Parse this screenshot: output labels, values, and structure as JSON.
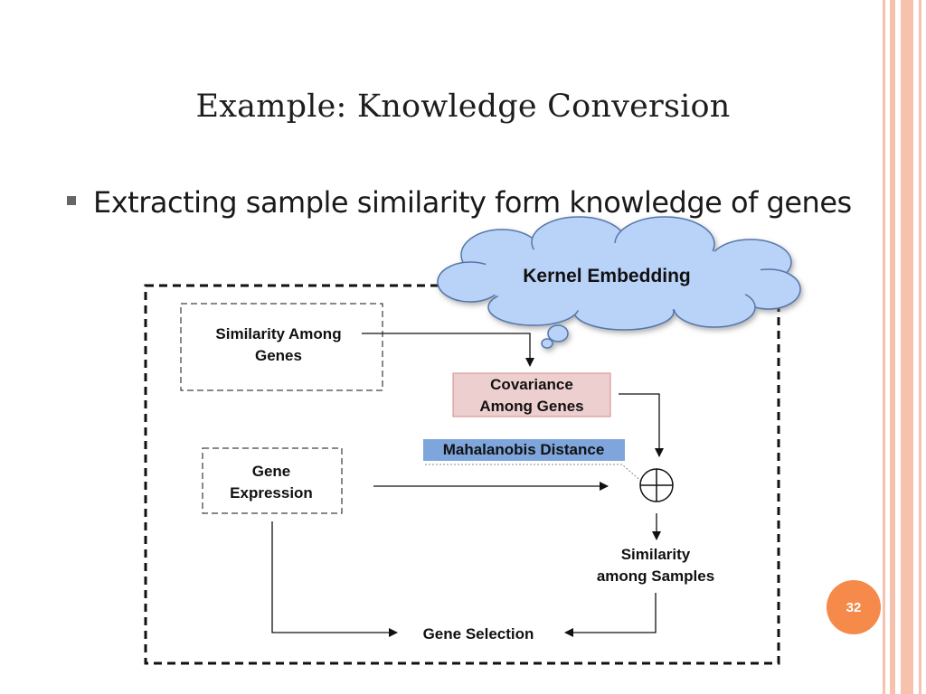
{
  "slide": {
    "title": "Example: Knowledge Conversion",
    "bullet": "Extracting sample similarity form knowledge of genes",
    "page_number": "32"
  },
  "diagram": {
    "cloud_label": "Kernel Embedding",
    "similarity_genes": [
      "Similarity Among",
      "Genes"
    ],
    "covariance": [
      "Covariance",
      "Among Genes"
    ],
    "mahalanobis": "Mahalanobis Distance",
    "gene_expression": [
      "Gene",
      "Expression"
    ],
    "similarity_samples": [
      "Similarity",
      "among Samples"
    ],
    "gene_selection": "Gene Selection"
  },
  "colors": {
    "accent_stripe": "#f6c2ad",
    "page_badge": "#f58a4b",
    "cloud_fill": "#b9d2f8",
    "covariance_fill": "#edcfcf",
    "mahalanobis_fill": "#7ea6dc"
  }
}
